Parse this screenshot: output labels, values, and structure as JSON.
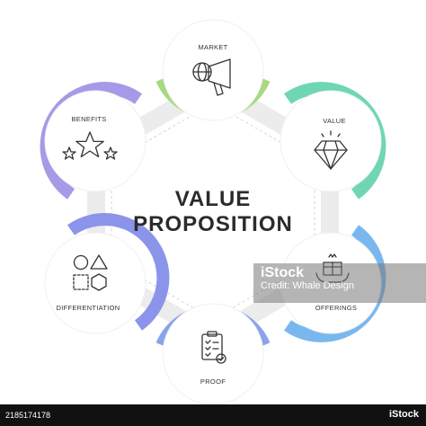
{
  "diagram": {
    "title_line1": "VALUE",
    "title_line2": "PROPOSITION",
    "nodes": [
      {
        "key": "market",
        "label": "MARKET",
        "icon": "megaphone-globe-icon",
        "color": "#a8d982"
      },
      {
        "key": "value",
        "label": "VALUE",
        "icon": "diamond-icon",
        "color": "#6fd6b4"
      },
      {
        "key": "offerings",
        "label": "OFFERINGS",
        "icon": "gift-box-hands-icon",
        "color": "#79b8ef"
      },
      {
        "key": "proof",
        "label": "PROOF",
        "icon": "checklist-clipboard-icon",
        "color": "#8aa3ec"
      },
      {
        "key": "differentiation",
        "label": "DIFFERENTIATION",
        "icon": "shapes-icon",
        "color": "#8a95ea"
      },
      {
        "key": "benefits",
        "label": "BENEFITS",
        "icon": "three-stars-icon",
        "color": "#a59ae8"
      }
    ]
  },
  "watermark": {
    "brand": "iStock",
    "credit": "Credit: Whale Design"
  },
  "footer": {
    "image_id": "2185174178",
    "logo": "iStock"
  }
}
